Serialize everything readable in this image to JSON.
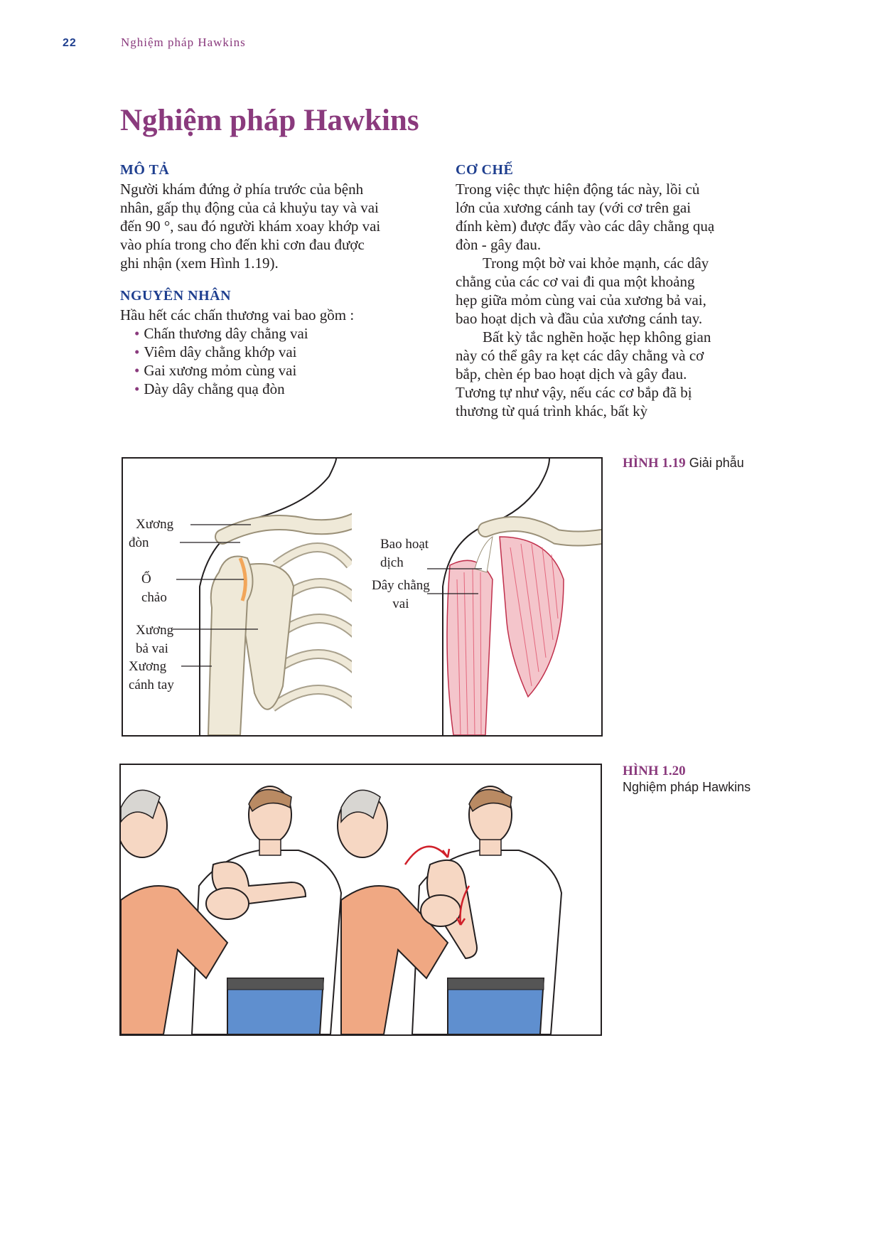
{
  "header": {
    "page_number": "22",
    "running_title": "Nghiệm pháp Hawkins"
  },
  "title": "Nghiệm pháp Hawkins",
  "left_column": {
    "description_heading": "MÔ TẢ",
    "description_lines": [
      "Người khám đứng ở phía trước của bệnh",
      "nhân, gấp thụ động của cả khuỷu tay và vai",
      "đến 90 °, sau đó người khám xoay khớp vai",
      "vào phía trong cho đến khi cơn đau được",
      "ghi nhận (xem Hình 1.19)."
    ],
    "cause_heading": "NGUYÊN NHÂN",
    "cause_intro": "Hầu hết các chấn thương vai bao gồm :",
    "causes": [
      "Chấn thương dây chằng vai",
      "Viêm dây chằng khớp vai",
      "Gai xương mỏm cùng vai",
      "Dày dây chằng quạ đòn"
    ],
    "bullet_symbol": "•"
  },
  "right_column": {
    "mechanism_heading": "CƠ CHẾ",
    "paragraph_1": [
      "Trong việc thực hiện động tác này, lồi củ",
      "lớn của xương cánh tay (với cơ trên gai",
      "đính kèm) được đẩy vào các dây chằng quạ",
      "đòn - gây đau."
    ],
    "paragraph_2": [
      "Trong một bờ vai khỏe mạnh, các dây",
      "chằng của các cơ vai đi qua một khoảng",
      "hẹp giữa mỏm cùng vai của xương bả vai,",
      "bao hoạt dịch và đầu của xương cánh tay."
    ],
    "paragraph_3": [
      "Bất kỳ tắc nghẽn hoặc hẹp không gian",
      "này có thể gây ra kẹt các dây chằng và cơ",
      "bắp, chèn ép bao hoạt dịch và gây đau.",
      "Tương tự như vậy, nếu các cơ bắp đã bị",
      "thương từ quá trình khác, bất kỳ"
    ]
  },
  "figure_1_19": {
    "caption_label": "HÌNH 1.19",
    "caption_text": "Giải phẫu",
    "labels": {
      "clavicle_1": "Xương",
      "clavicle_2": "đòn",
      "glenoid_1": "Ổ",
      "glenoid_2": "chảo",
      "scapula_1": "Xương",
      "scapula_2": "bả vai",
      "humerus_1": "Xương",
      "humerus_2": "cánh tay",
      "bursa_1": "Bao hoạt",
      "bursa_2": "dịch",
      "ligament_1": "Dây chằng",
      "ligament_2": "vai"
    }
  },
  "figure_1_20": {
    "caption_label": "HÌNH 1.20",
    "caption_text": "Nghiệm pháp Hawkins"
  },
  "colors": {
    "title": "#8a3a7d",
    "heading": "#1f3f8f",
    "bone": "#efe9d8",
    "muscle": "#e0506a",
    "arrow": "#d0202a",
    "shirt_skin_examiner": "#f0a883",
    "jeans": "#5f8fcf"
  }
}
